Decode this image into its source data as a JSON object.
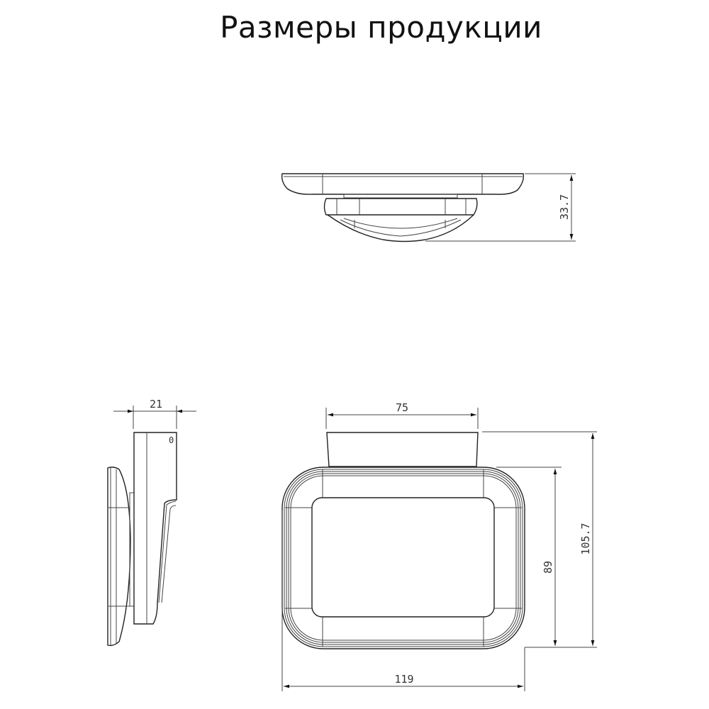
{
  "title": "Размеры продукции",
  "dimensions": {
    "top_view_height": "33.7",
    "side_view_width": "21",
    "front_top_width": "75",
    "front_body_height": "89",
    "front_total_height": "105.7",
    "front_total_width": "119"
  },
  "side_view_mark": "0",
  "colors": {
    "line": "#222222",
    "background": "#ffffff"
  }
}
